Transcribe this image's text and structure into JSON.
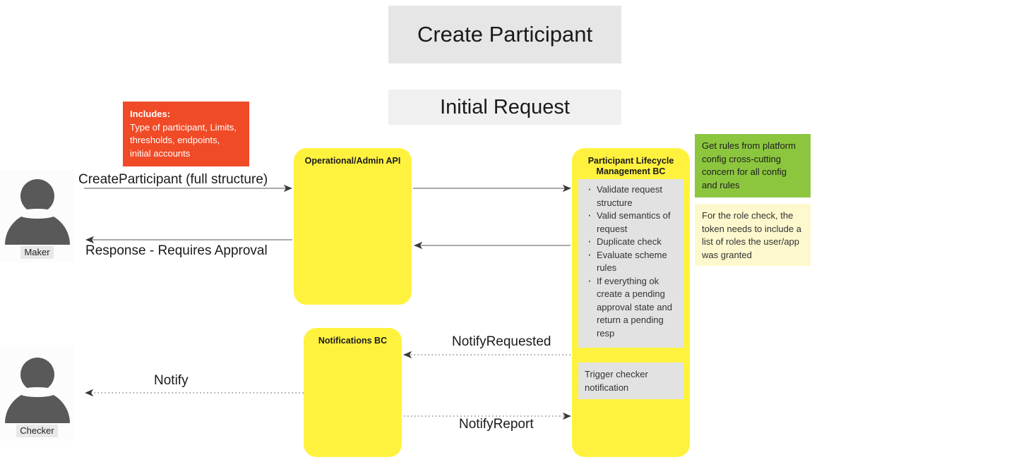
{
  "diagram": {
    "title": "Create Participant",
    "subtitle": "Initial Request"
  },
  "actors": [
    {
      "id": "maker",
      "label": "Maker",
      "icon": "person-icon"
    },
    {
      "id": "checker",
      "label": "Checker",
      "icon": "person-icon"
    }
  ],
  "services": [
    {
      "id": "api",
      "title": "Operational/Admin API"
    },
    {
      "id": "notifications",
      "title": "Notifications BC"
    },
    {
      "id": "plm",
      "title": "Participant Lifecycle Management BC"
    }
  ],
  "plm": {
    "title_line1": "Participant Lifecycle",
    "title_line2": "Management BC",
    "bullets": [
      "Validate request structure",
      "Valid semantics of request",
      "Duplicate check",
      "Evaluate scheme rules",
      "If everything ok create a pending approval state and return a pending resp"
    ],
    "trigger_note": "Trigger checker notification"
  },
  "notes": [
    {
      "id": "includes",
      "heading": "Includes:",
      "body": "Type of participant, Limits, thresholds, endpoints, initial accounts",
      "color": "#f04a26"
    },
    {
      "id": "platform-config",
      "body": "Get rules from platform config cross-cutting concern for all config and rules",
      "color": "#8cc63f"
    },
    {
      "id": "role-check",
      "body": "For the role check, the token needs to include a list of roles the user/app was granted",
      "color": "#fdf8cd"
    }
  ],
  "edges": [
    {
      "id": "create-participant",
      "label": "CreateParticipant (full structure)",
      "from": "maker",
      "to": "api",
      "style": "solid",
      "direction": "right"
    },
    {
      "id": "response-approval",
      "label": "Response - Requires Approval",
      "from": "api",
      "to": "maker",
      "style": "solid",
      "direction": "left"
    },
    {
      "id": "api-to-plm",
      "label": "",
      "from": "api",
      "to": "plm",
      "style": "solid",
      "direction": "right"
    },
    {
      "id": "plm-to-api",
      "label": "",
      "from": "plm",
      "to": "api",
      "style": "solid",
      "direction": "left"
    },
    {
      "id": "notify-requested",
      "label": "NotifyRequested",
      "from": "plm",
      "to": "notifications",
      "style": "dotted",
      "direction": "left"
    },
    {
      "id": "notify-report",
      "label": "NotifyReport",
      "from": "notifications",
      "to": "plm",
      "style": "dotted",
      "direction": "right"
    },
    {
      "id": "notify",
      "label": "Notify",
      "from": "notifications",
      "to": "checker",
      "style": "dotted",
      "direction": "left"
    }
  ],
  "colors": {
    "service_yellow": "#fff23f",
    "note_red": "#f04a26",
    "note_green": "#8cc63f",
    "note_pale_yellow": "#fdf8cd",
    "banner_gray": "#e6e6e6",
    "actor_gray": "#595959"
  }
}
